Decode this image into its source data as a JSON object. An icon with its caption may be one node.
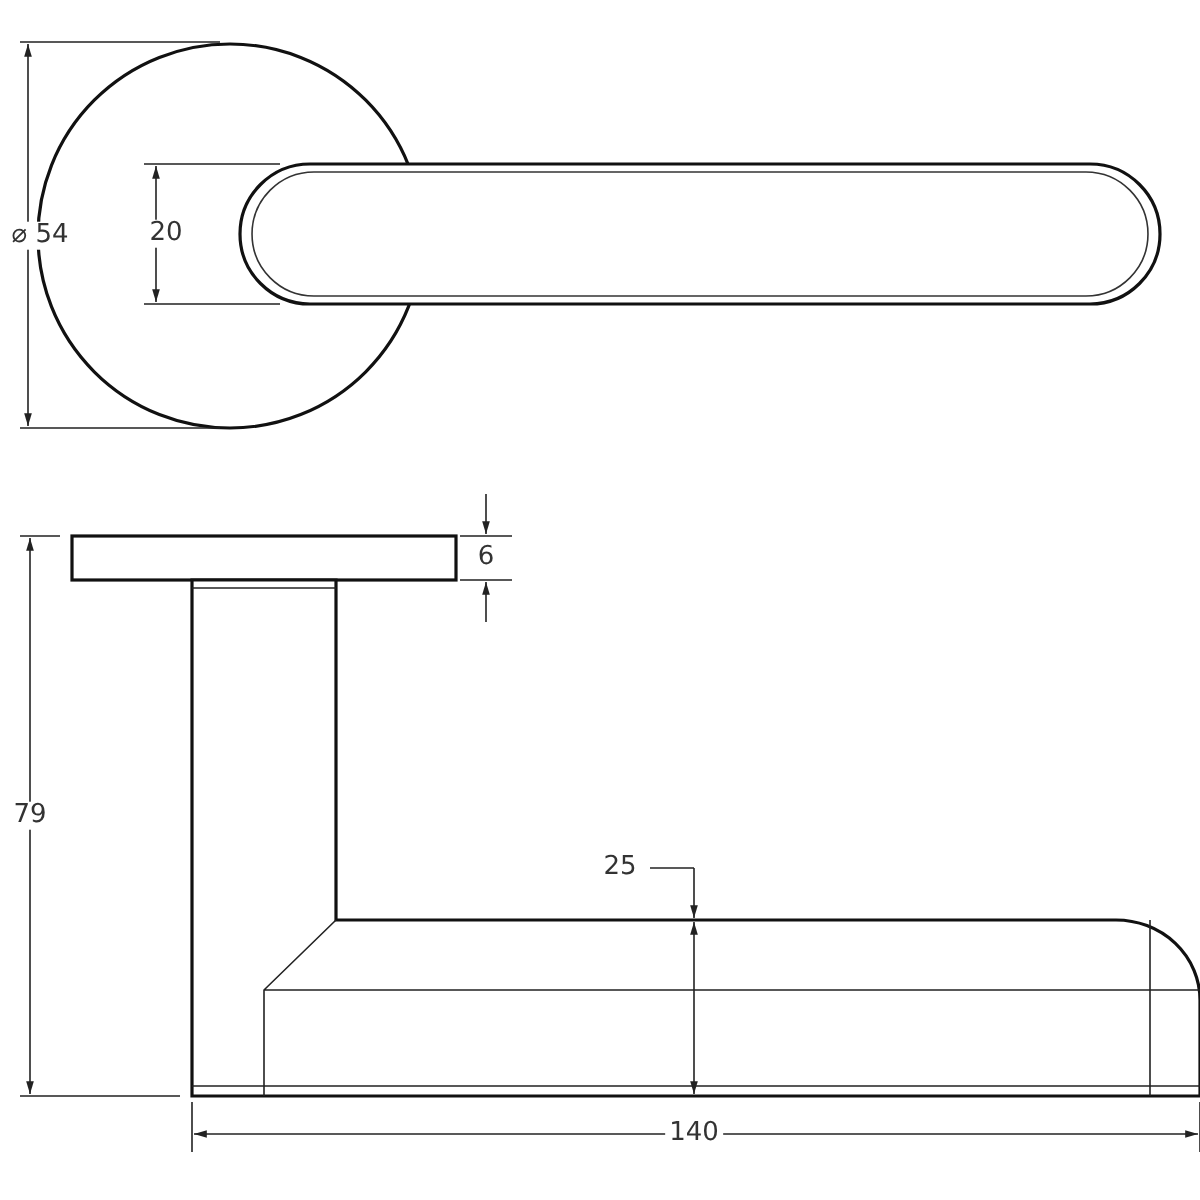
{
  "diagram": {
    "labels": [
      "⌀ 54",
      "20",
      "6",
      "79",
      "25",
      "140"
    ]
  }
}
